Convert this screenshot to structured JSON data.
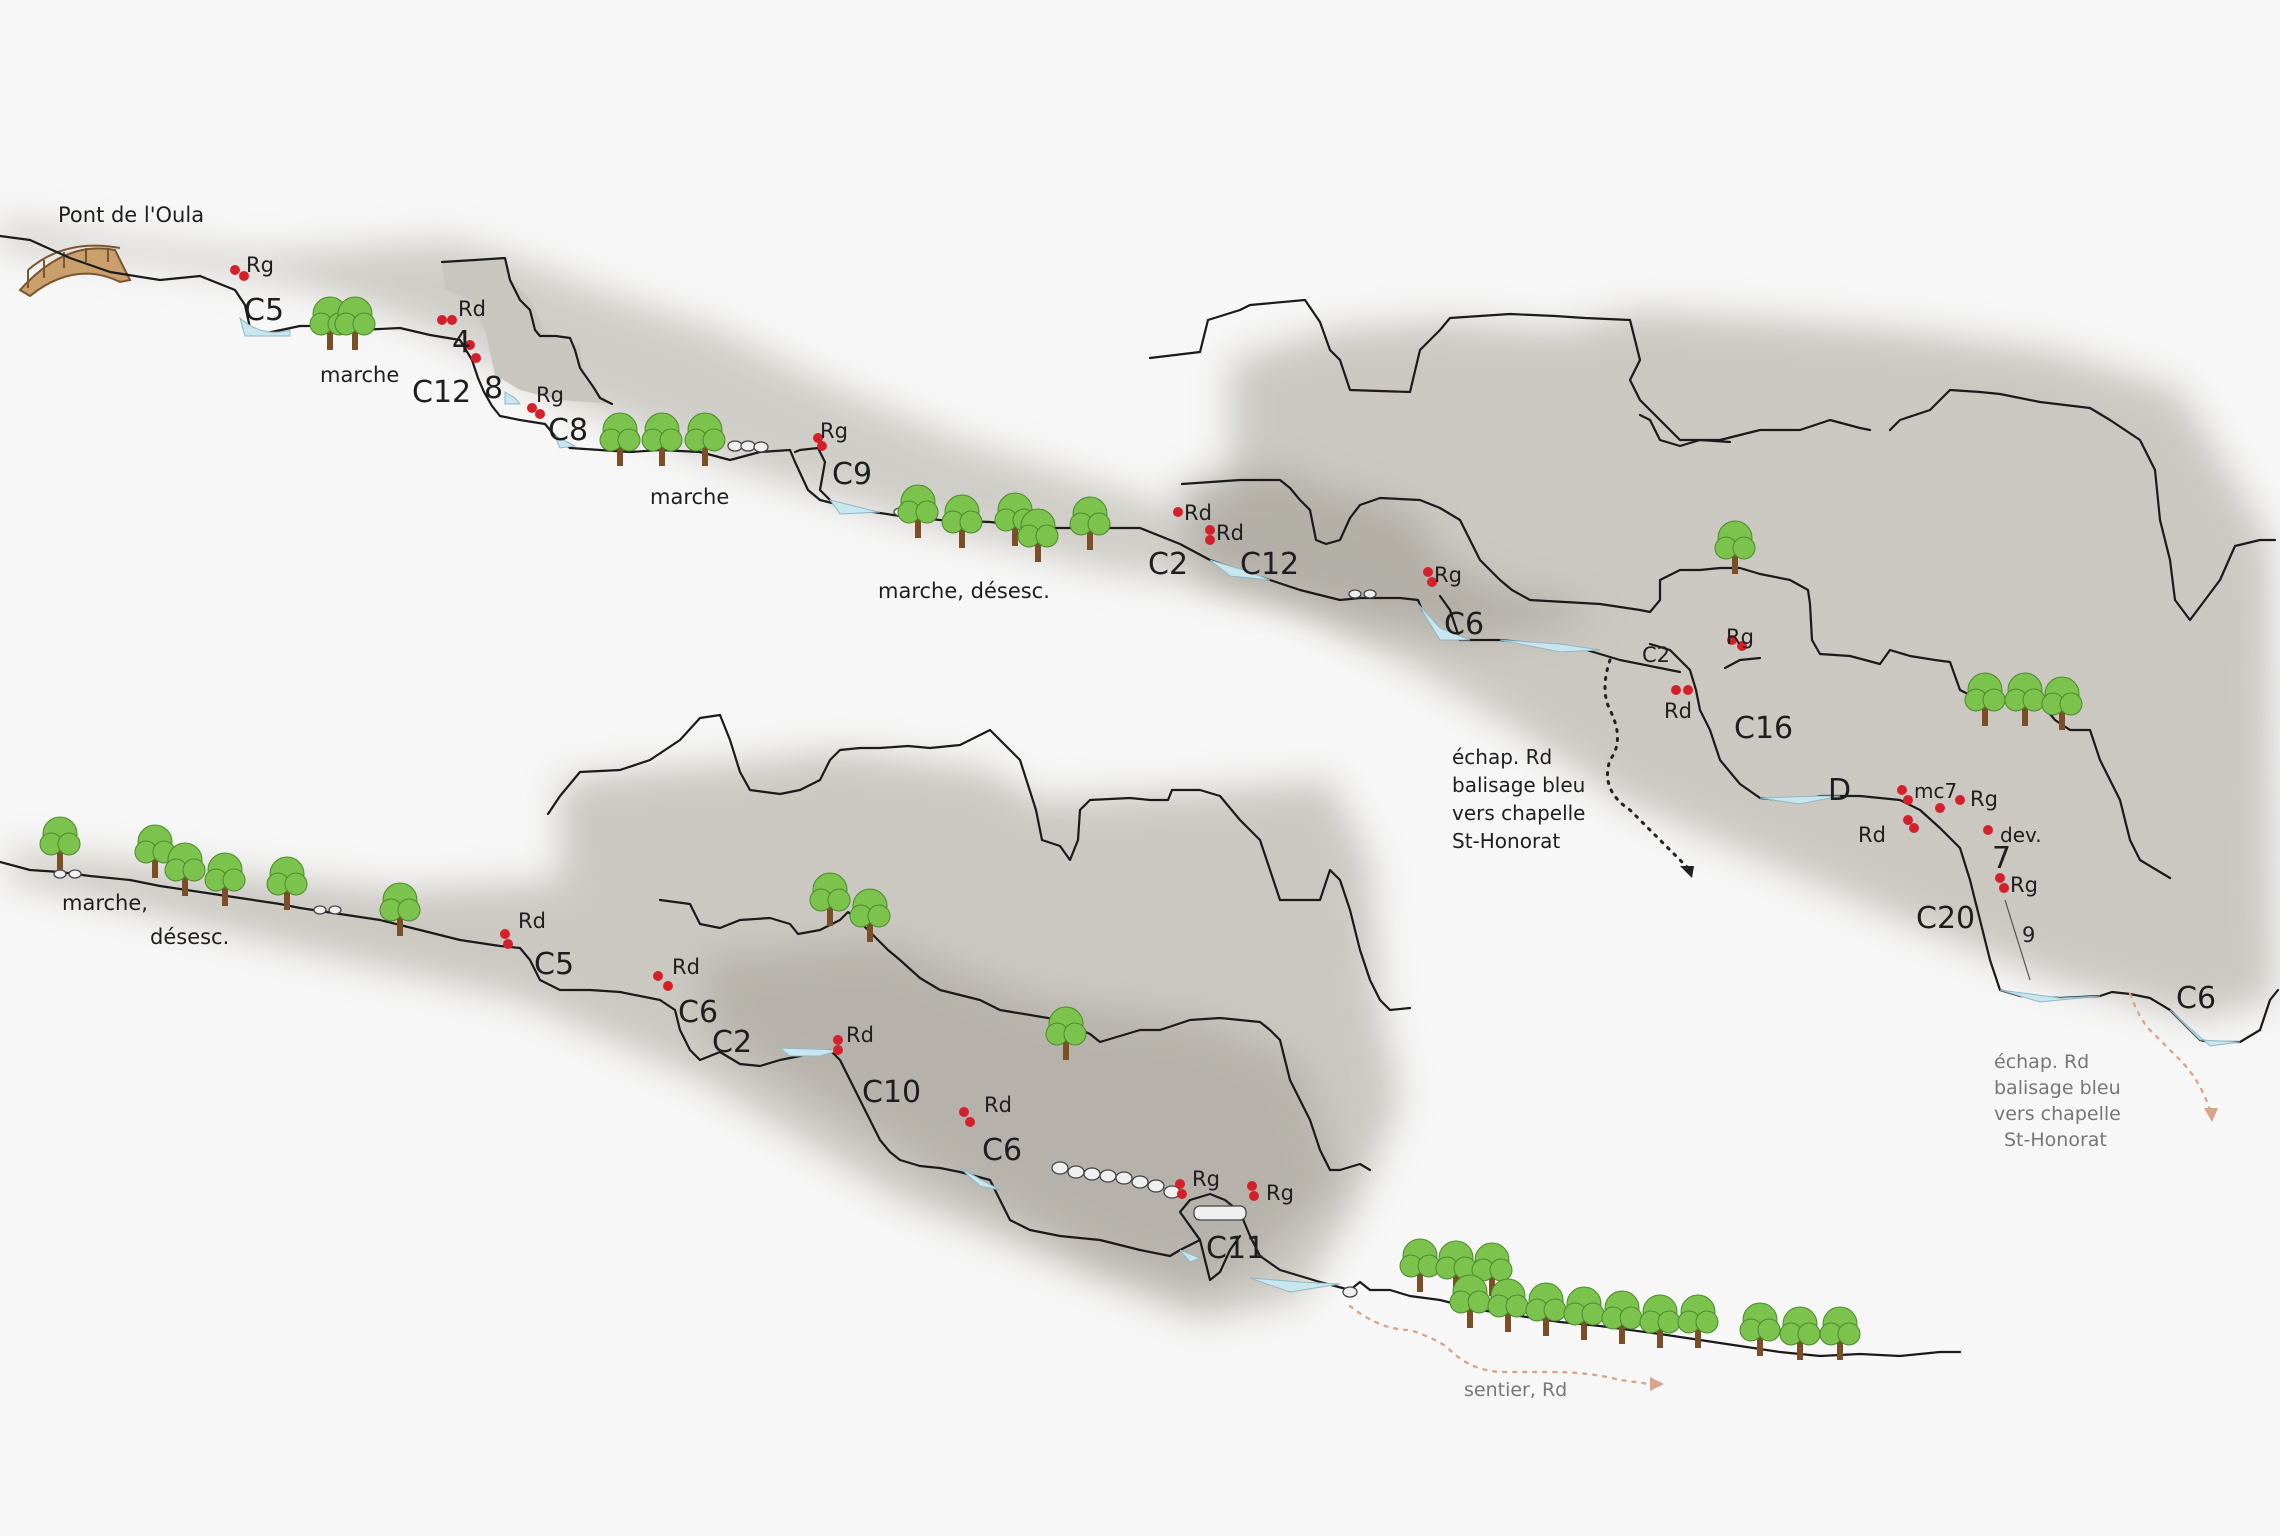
{
  "start_label": "Pont de l'Oula",
  "labels": {
    "rg_1": "Rg",
    "c5_1": "C5",
    "marche_1": "marche",
    "rd_1": "Rd",
    "num_4": "4",
    "num_8": "8",
    "c12_1": "C12",
    "rg_2": "Rg",
    "c8": "C8",
    "marche_2": "marche",
    "rg_3": "Rg",
    "c9": "C9",
    "marche_desesc_1": "marche, désesc.",
    "rd_2": "Rd",
    "rd_3": "Rd",
    "c2_1": "C2",
    "c12_2": "C12",
    "rg_4": "Rg",
    "c6_1": "C6",
    "c2_2": "C2",
    "rd_4": "Rd",
    "rg_5": "Rg",
    "c16": "C16",
    "d": "D",
    "mc7": "mc7",
    "rg_6": "Rg",
    "rd_5": "Rd",
    "dev": "dev.",
    "num_7": "7",
    "rg_7": "Rg",
    "c20": "C20",
    "num_9": "9",
    "c6_2": "C6",
    "marche_3": "marche,",
    "desesc": "désesc.",
    "rd_6": "Rd",
    "c5_2": "C5",
    "rd_7": "Rd",
    "c6_3": "C6",
    "c2_3": "C2",
    "rd_8": "Rd",
    "c10": "C10",
    "rd_9": "Rd",
    "c6_4": "C6",
    "rg_8": "Rg",
    "rg_9": "Rg",
    "c11": "C11"
  },
  "escape_1": [
    "échap. Rd",
    "balisage bleu",
    "vers chapelle",
    "St-Honorat"
  ],
  "escape_2": [
    "échap. Rd",
    "balisage bleu",
    "vers chapelle",
    "St-Honorat"
  ],
  "trail_note": "sentier, Rd",
  "colors": {
    "rock": "#c9c6bf",
    "water": "#c9e6ef",
    "anchor": "#d4202a",
    "tree": "#7cc34e"
  }
}
